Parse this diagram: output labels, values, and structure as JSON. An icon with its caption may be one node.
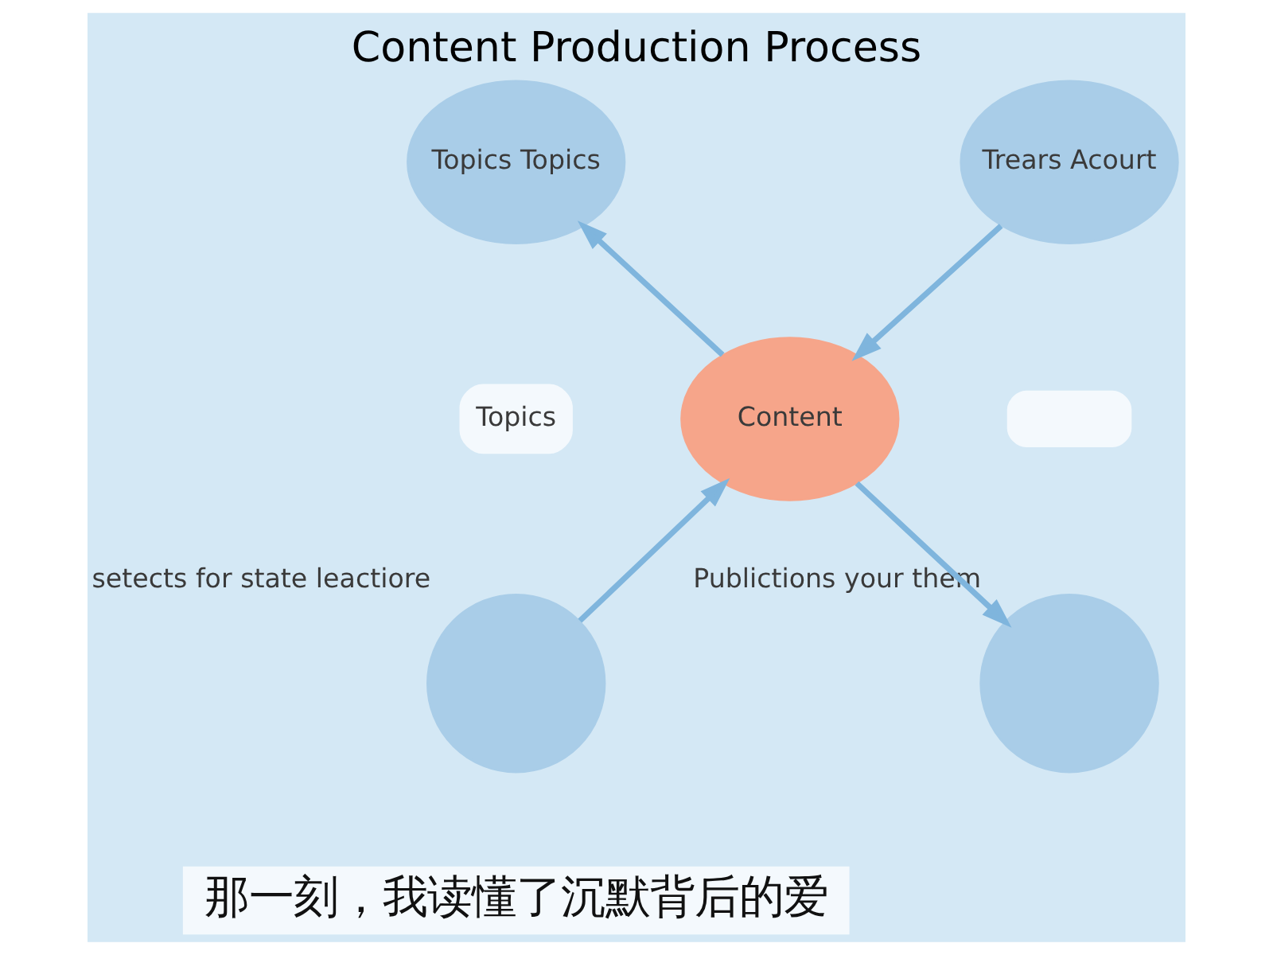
{
  "diagram": {
    "title": "Content Production Process",
    "nodes": [
      {
        "text": [
          "Topics Topics"
        ]
      },
      {
        "text": [
          "Trears Acourt"
        ]
      },
      {
        "text": [
          "Topics"
        ]
      },
      {
        "text": [
          "Content"
        ]
      },
      {
        "text": [],
        "shape": "box"
      },
      {
        "text": [],
        "shape": "circle",
        "beside": [
          "setects for state leactiore"
        ]
      },
      {
        "text": [],
        "shape": "circle",
        "beside": [
          "Publictions your them"
        ]
      }
    ],
    "edges": [
      {
        "from": 3,
        "to": 0,
        "arrow": "to"
      },
      {
        "from": 1,
        "to": 3,
        "arrow": "to"
      },
      {
        "from": 5,
        "to": 3,
        "arrow": "to"
      },
      {
        "from": 3,
        "to": 6,
        "arrow": "to"
      }
    ],
    "labels": [
      "那一刻，我读懂了沉默背后的爱"
    ]
  }
}
